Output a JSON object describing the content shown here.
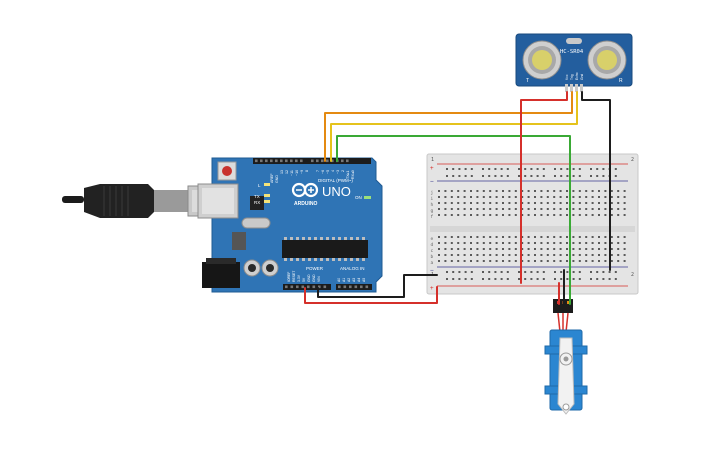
{
  "arduino": {
    "model": "UNO",
    "brand": "ARDUINO",
    "digital_header": "DIGITAL (PWM~)",
    "power_header": "POWER",
    "analog_header": "ANALOG IN",
    "aref": "AREF",
    "gnd": "GND",
    "tx": "TX",
    "rx": "RX",
    "l": "L",
    "on": "ON",
    "ioref": "IOREF",
    "reset": "RESET",
    "v33": "3.3V",
    "v5": "5V",
    "vin": "VIN",
    "pin13": "13",
    "pin12": "12",
    "pin11": "~11",
    "pin10": "~10",
    "pin9": "~9",
    "pin8": "8",
    "pin7": "7",
    "pin6": "~6",
    "pin5": "~5",
    "pin4": "4",
    "pin3": "~3",
    "pin2": "2",
    "pin1": "TX▸1",
    "pin0": "RX◂0",
    "a0": "A0",
    "a1": "A1",
    "a2": "A2",
    "a3": "A3",
    "a4": "A4",
    "a5": "A5"
  },
  "sensor": {
    "label": "HC-SR04",
    "vcc": "Vcc",
    "trig": "Trig",
    "echo": "Echo",
    "gnd": "Gnd",
    "mark_t": "T",
    "mark_r": "R"
  },
  "breadboard": {
    "row_a": "a",
    "row_b": "b",
    "row_c": "c",
    "row_d": "d",
    "row_e": "e",
    "row_f": "f",
    "row_g": "g",
    "row_h": "h",
    "row_i": "i",
    "row_j": "j",
    "rail_top_left": "1",
    "rail_top_right": "2",
    "rail_bottom_left": "1",
    "rail_bottom_right": "2",
    "plus": "+",
    "minus": "−"
  },
  "colors": {
    "board": "#2f74b5",
    "board_dark": "#1f5b93",
    "breadboard": "#e6e6e6",
    "wire_red": "#d5302b",
    "wire_black": "#1d1d1d",
    "wire_orange": "#e48a11",
    "wire_yellow": "#e5c31c",
    "wire_green": "#3aa935",
    "servo": "#2b86d1"
  }
}
